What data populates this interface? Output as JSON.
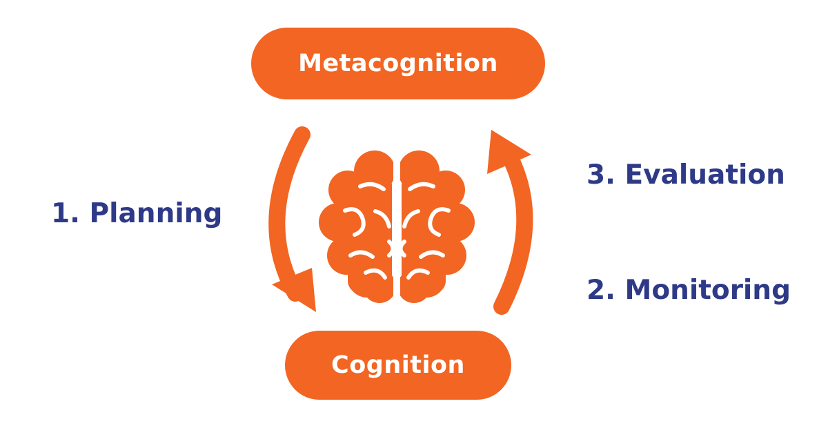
{
  "colors": {
    "accent": "#F26522",
    "label": "#2E3A87",
    "background": "#FFFFFF"
  },
  "diagram": {
    "top_box": {
      "label": "Metacognition"
    },
    "bottom_box": {
      "label": "Cognition"
    },
    "steps": [
      {
        "label": "1. Planning",
        "direction": "down"
      },
      {
        "label": "2. Monitoring",
        "direction": "up"
      },
      {
        "label": "3. Evaluation",
        "direction": "up"
      }
    ],
    "center_icon": "brain-icon"
  }
}
